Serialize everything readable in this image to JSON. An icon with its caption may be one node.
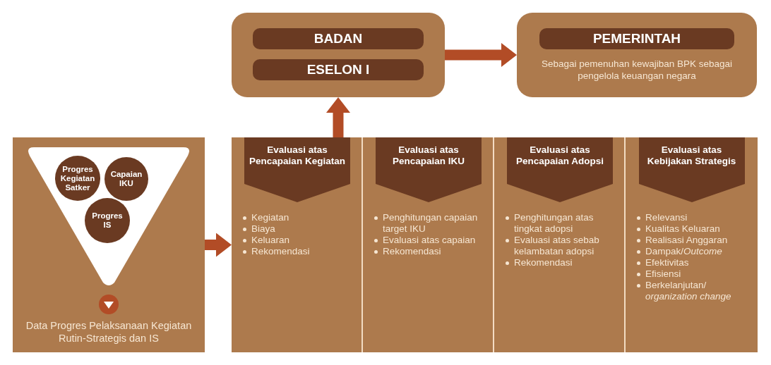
{
  "diagram": {
    "nodes": [
      {
        "text": [
          "Data Progres Pelaksanaan Kegiatan Rutin-Strategis dan IS"
        ]
      },
      {
        "text": [],
        "shape": "triangle",
        "in": 0
      },
      {
        "text": [
          "Progres Kegiatan Satker"
        ],
        "in": 1
      },
      {
        "text": [
          "Capaian IKU"
        ],
        "in": 1
      },
      {
        "text": [
          "Progres IS"
        ],
        "in": 1
      },
      {
        "text": [],
        "shape": "box"
      },
      {
        "text": [
          "Evaluasi atas Pencapaian Kegiatan",
          "Kegiatan",
          "Biaya",
          "Keluaran",
          "Rekomendasi"
        ],
        "in": 5
      },
      {
        "text": [
          "Evaluasi atas Pencapaian IKU",
          "Penghitungan capaian target IKU",
          "Evaluasi atas capaian",
          "Rekomendasi"
        ],
        "in": 5
      },
      {
        "text": [
          "Evaluasi atas Pencapaian Adopsi",
          "Penghitungan atas tingkat adopsi",
          "Evaluasi atas sebab kelambatan adopsi",
          "Rekomendasi"
        ],
        "in": 5
      },
      {
        "text": [
          "Evaluasi atas Kebijakan Strategis",
          "Relevansi",
          "Kualitas Keluaran",
          "Realisasi Anggaran",
          "Dampak/*Outcome*",
          "Efektivitas",
          "Efisiensi",
          "Berkelanjutan/ *organization change*"
        ],
        "in": 5
      },
      {
        "text": [],
        "shape": "box"
      },
      {
        "text": [
          "BADAN"
        ],
        "in": 10
      },
      {
        "text": [
          "ESELON I"
        ],
        "in": 10
      },
      {
        "text": [
          "PEMERINTAH",
          "Sebagai pemenuhan kewajiban BPK sebagai pengelola keuangan negara"
        ]
      }
    ],
    "edges": [
      {
        "from": 0,
        "to": 5,
        "arrow": "to"
      },
      {
        "from": 5,
        "to": 10,
        "arrow": "to"
      },
      {
        "from": 10,
        "to": 13,
        "arrow": "to"
      }
    ]
  }
}
